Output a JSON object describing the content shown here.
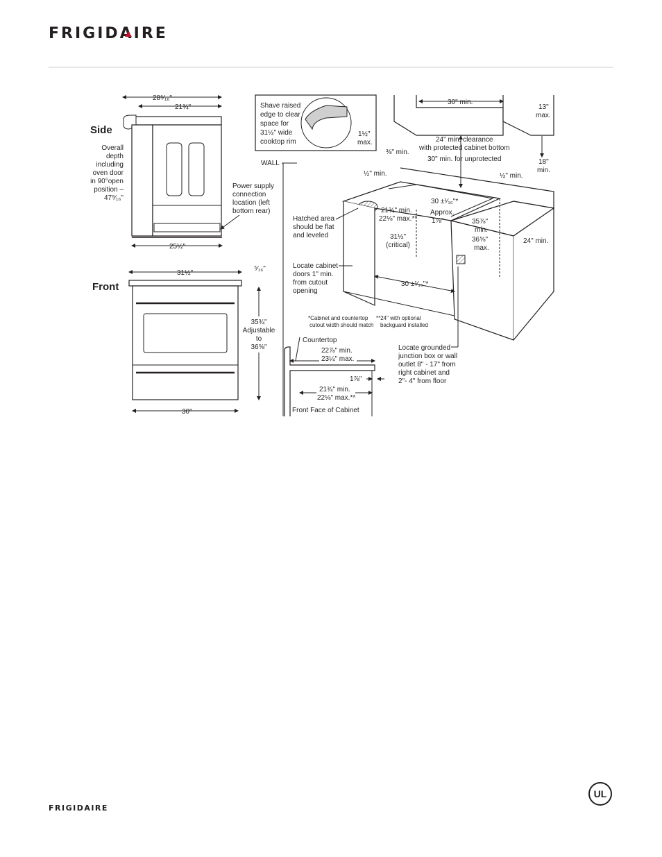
{
  "brand": {
    "name": "FRIGIDAIRE",
    "accent_color": "#c8102e"
  },
  "side": {
    "heading": "Side",
    "dim_top": "28⁵⁄₁₆\"",
    "dim_cooktop": "21¾\"",
    "dim_base": "25½\"",
    "depth_note": [
      "Overall",
      "depth",
      "including",
      "oven door",
      "in 90°open",
      "position –",
      "47⁹⁄₁₆\""
    ],
    "power_note": [
      "Power supply",
      "connection",
      "location (left",
      "bottom rear)"
    ]
  },
  "front": {
    "heading": "Front",
    "dim_width": "31½\"",
    "dim_lip": "⁵⁄₁₆\"",
    "dim_height": [
      "35¾\"",
      "Adjustable",
      "to",
      "36⅝\""
    ],
    "dim_base": "30\""
  },
  "callout_box": [
    "Shave raised",
    "edge to clear",
    "space for",
    "31½\" wide",
    "cooktop rim"
  ],
  "callout_max": [
    "1½\"",
    "max."
  ],
  "install": {
    "wall": "WALL",
    "hatched": [
      "Hatched area",
      "should be flat",
      "and leveled"
    ],
    "cabinet_doors": [
      "Locate cabinet",
      "doors 1\" min.",
      "from cutout",
      "opening"
    ],
    "top_30": "30\" min.",
    "top_13": [
      "13\"",
      "max."
    ],
    "three_eighths": "⅜\" min.",
    "clearance": [
      "24\" min. clearance",
      "with protected cabinet bottom",
      "30\" min. for unprotected"
    ],
    "eighteen": [
      "18\"",
      "min."
    ],
    "half_left": "½\" min.",
    "half_right": "½\" min.",
    "cut_depth": [
      "21¾\" min.",
      "22⅛\" max.**"
    ],
    "thirty_top": "30 ±¹⁄₁₆\"*",
    "approx": [
      "Approx.",
      "1⅞\""
    ],
    "critical": [
      "31½\"",
      "(critical)"
    ],
    "height": [
      "35⅞\"",
      "min.",
      "36⅝\"",
      "max."
    ],
    "counter_24": "24\" min.",
    "thirty_bottom": "30 ±¹⁄₁₆\"*",
    "footnote1": [
      "*Cabinet and countertop",
      "cutout width should match"
    ],
    "footnote2": [
      "**24\" with optional",
      "backguard installed"
    ],
    "junction": [
      "Locate grounded",
      "junction box or wall",
      "outlet 8\" - 17\" from",
      "right cabinet and",
      "2\"- 4\" from floor"
    ]
  },
  "section": {
    "countertop": "Countertop",
    "dim1": [
      "22⅞\" min.",
      "23¼\" max."
    ],
    "dim2": "1⅞\"",
    "dim3": [
      "21¾\" min.",
      "22⅛\" max.**"
    ],
    "front_face": "Front Face of Cabinet"
  },
  "footer": {
    "brand": "FRIGIDAIRE",
    "cert": "UL"
  }
}
